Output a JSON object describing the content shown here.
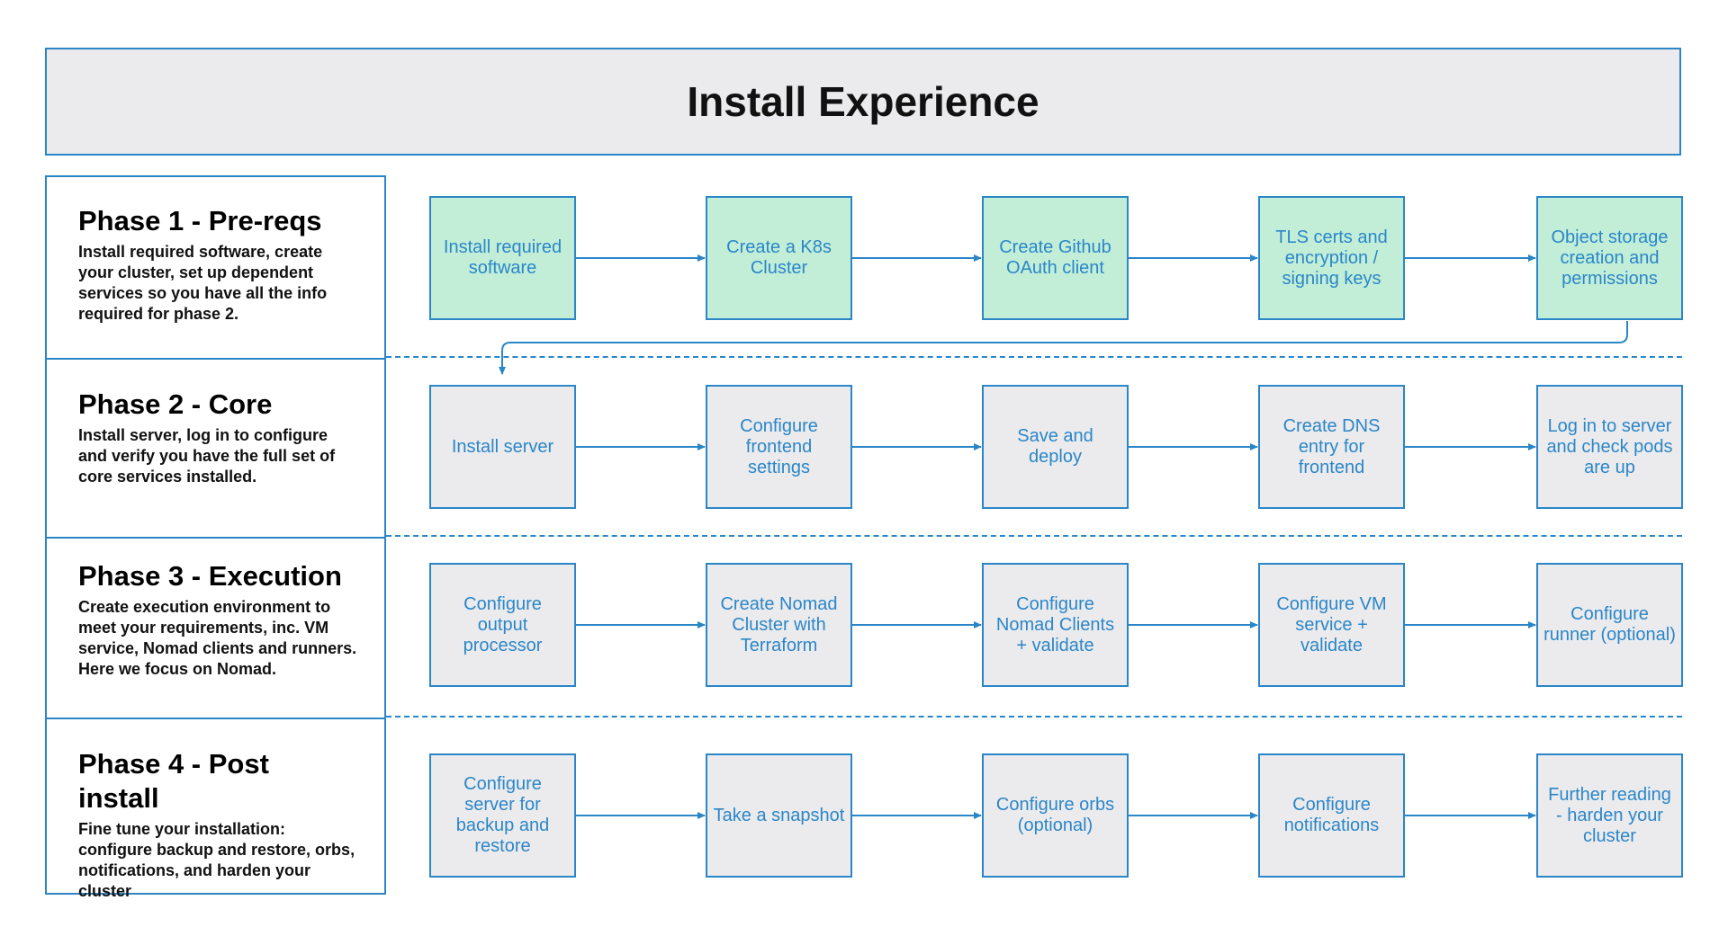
{
  "title": "Install Experience",
  "phases": [
    {
      "heading": "Phase 1 - Pre-reqs",
      "description": "Install required software, create your cluster, set up dependent services so you have all the info required for phase 2.",
      "steps": [
        "Install required software",
        "Create a K8s Cluster",
        "Create Github OAuth client",
        "TLS certs and encryption / signing keys",
        "Object storage creation and permissions"
      ]
    },
    {
      "heading": "Phase 2 - Core",
      "description": "Install server, log in to configure and verify you have the full set of core services installed.",
      "steps": [
        "Install server",
        "Configure frontend settings",
        "Save and deploy",
        "Create DNS entry for frontend",
        "Log in to server and check pods are up"
      ]
    },
    {
      "heading": "Phase 3 - Execution",
      "description": "Create execution environment to meet your requirements, inc. VM service, Nomad clients and runners. Here we focus on Nomad.",
      "steps": [
        "Configure output processor",
        "Create Nomad Cluster with Terraform",
        "Configure Nomad Clients + validate",
        "Configure VM service + validate",
        "Configure runner (optional)"
      ]
    },
    {
      "heading": "Phase 4 - Post install",
      "description": "Fine tune your installation: configure backup and restore, orbs, notifications, and harden your cluster",
      "steps": [
        "Configure server for backup and restore",
        "Take a snapshot",
        "Configure orbs (optional)",
        "Configure notifications",
        "Further reading - harden your cluster"
      ]
    }
  ],
  "colors": {
    "accent": "#2b86c8",
    "prereq_fill": "#c2eed8",
    "step_fill": "#ebebed",
    "banner_fill": "#ebebed"
  }
}
